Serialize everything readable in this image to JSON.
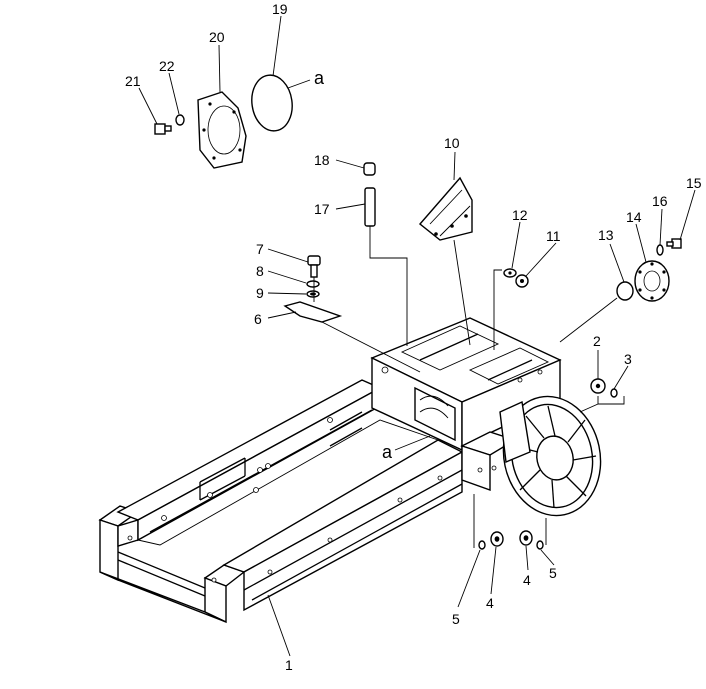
{
  "callouts": [
    {
      "id": "c1",
      "label": "1"
    },
    {
      "id": "c2",
      "label": "2"
    },
    {
      "id": "c3",
      "label": "3"
    },
    {
      "id": "c4a",
      "label": "4"
    },
    {
      "id": "c4b",
      "label": "4"
    },
    {
      "id": "c5a",
      "label": "5"
    },
    {
      "id": "c5b",
      "label": "5"
    },
    {
      "id": "c6",
      "label": "6"
    },
    {
      "id": "c7",
      "label": "7"
    },
    {
      "id": "c8",
      "label": "8"
    },
    {
      "id": "c9",
      "label": "9"
    },
    {
      "id": "c10",
      "label": "10"
    },
    {
      "id": "c11",
      "label": "11"
    },
    {
      "id": "c12",
      "label": "12"
    },
    {
      "id": "c13",
      "label": "13"
    },
    {
      "id": "c14",
      "label": "14"
    },
    {
      "id": "c15",
      "label": "15"
    },
    {
      "id": "c16",
      "label": "16"
    },
    {
      "id": "c17",
      "label": "17"
    },
    {
      "id": "c18",
      "label": "18"
    },
    {
      "id": "c19",
      "label": "19"
    },
    {
      "id": "c20",
      "label": "20"
    },
    {
      "id": "c21",
      "label": "21"
    },
    {
      "id": "c22",
      "label": "22"
    }
  ],
  "refs": {
    "top": "a",
    "frame": "a"
  }
}
